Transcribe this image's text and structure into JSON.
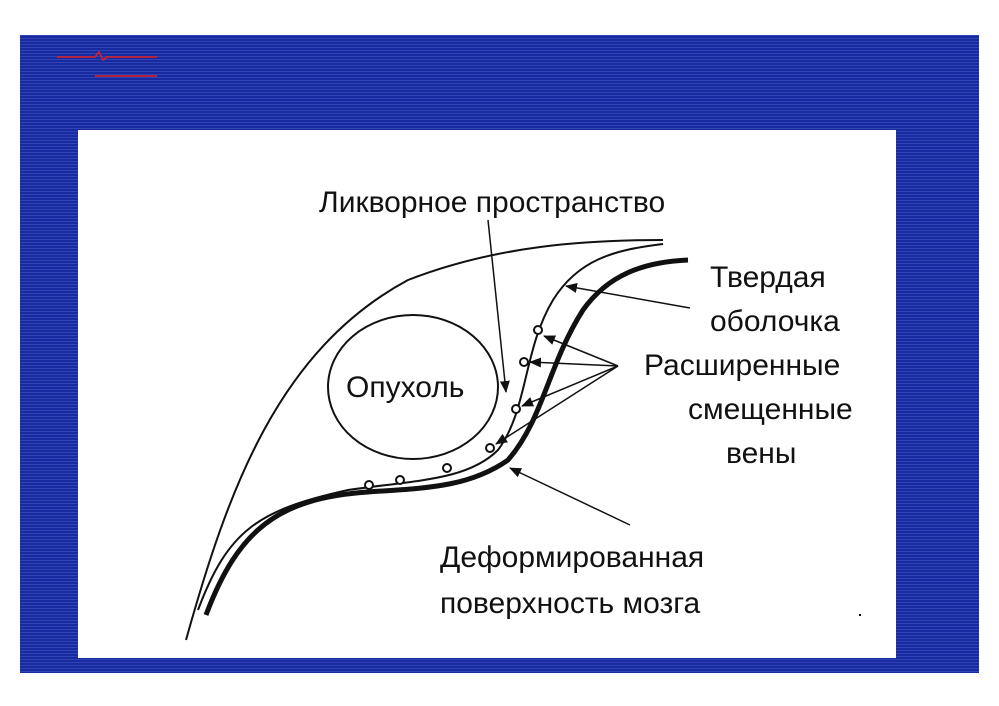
{
  "diagram": {
    "tumor_label": "Опухоль",
    "csf_space_label": "Ликворное пространство",
    "dura_label_line1": "Твердая",
    "dura_label_line2": "оболочка",
    "veins_label_line1": "Расширенные",
    "veins_label_line2": "смещенные",
    "veins_label_line3": "вены",
    "brain_label_line1": "Деформированная",
    "brain_label_line2": "поверхность мозга"
  },
  "colors": {
    "slide_background": "#1a2fae",
    "panel": "#ffffff",
    "accent_lines": "#e02020",
    "ink": "#111111"
  }
}
